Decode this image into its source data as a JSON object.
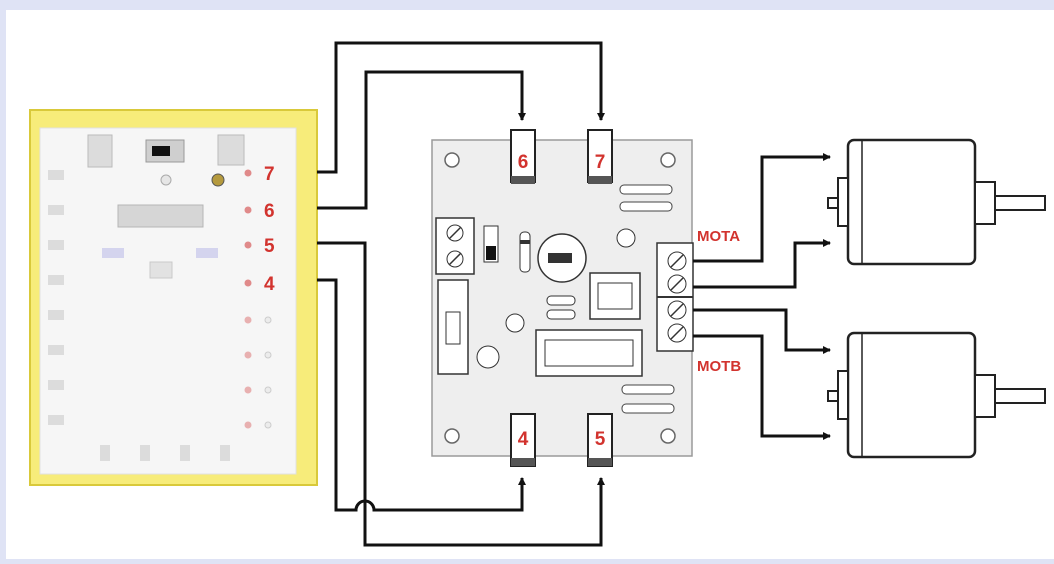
{
  "colors": {
    "frame": "#dfe3f5",
    "controller_case": "#f7ec7a",
    "controller_case_edge": "#d9c93a",
    "board": "#eeeeee",
    "pin_label": "#d2332e",
    "wire": "#111111"
  },
  "controller": {
    "pins": [
      "7",
      "6",
      "5",
      "4"
    ]
  },
  "driver": {
    "top_connectors": [
      "6",
      "7"
    ],
    "bottom_connectors": [
      "4",
      "5"
    ]
  },
  "outputs": {
    "mota_label": "MOTA",
    "motb_label": "MOTB"
  },
  "icons": [
    "motor-icon",
    "screw-terminal-icon",
    "switch-icon",
    "arrow-icon"
  ]
}
